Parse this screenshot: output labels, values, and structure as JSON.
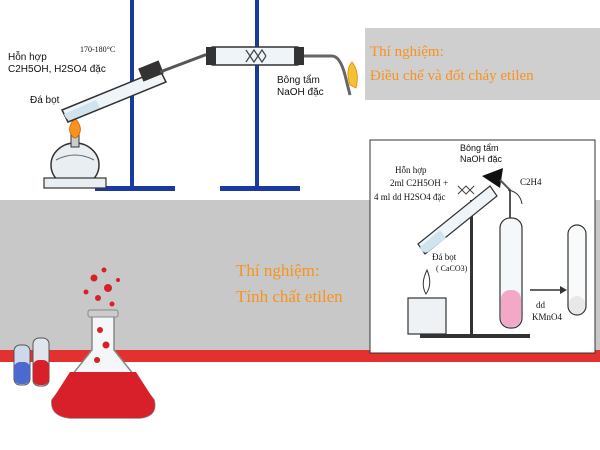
{
  "experiment1": {
    "title_line1": "Thí nghiệm:",
    "title_line2": "Điều chế và đốt cháy etilen",
    "mixture_line1": "Hỗn hợp",
    "mixture_line2": "C2H5OH, H2SO4 đặc",
    "temperature": "170-180°C",
    "boiling_stone": "Đá bọt",
    "cotton_line1": "Bông tẩm",
    "cotton_line2": "NaOH đặc"
  },
  "experiment2": {
    "title_line1": "Thí nghiệm:",
    "title_line2": "Tính chất etilen",
    "cotton_line1": "Bông tẩm",
    "cotton_line2": "NaOH đặc",
    "product": "C2H4",
    "mixture_line1": "Hỗn hợp",
    "mixture_line2": "2ml C2H5OH +",
    "mixture_line3": "4 ml dd H2SO4 đặc",
    "boiling_stone": "Đá bọt",
    "catalyst": "( CaCO3)",
    "solution_line1": "dd",
    "solution_line2": "KMnO4"
  },
  "colors": {
    "title_orange": "#f7931e",
    "stand_blue": "#1a3aa0",
    "gray_band": "#c8c8c8",
    "red_band": "#e53030",
    "flask_red": "#d8202a",
    "pink_solution": "#f4a8c8"
  }
}
